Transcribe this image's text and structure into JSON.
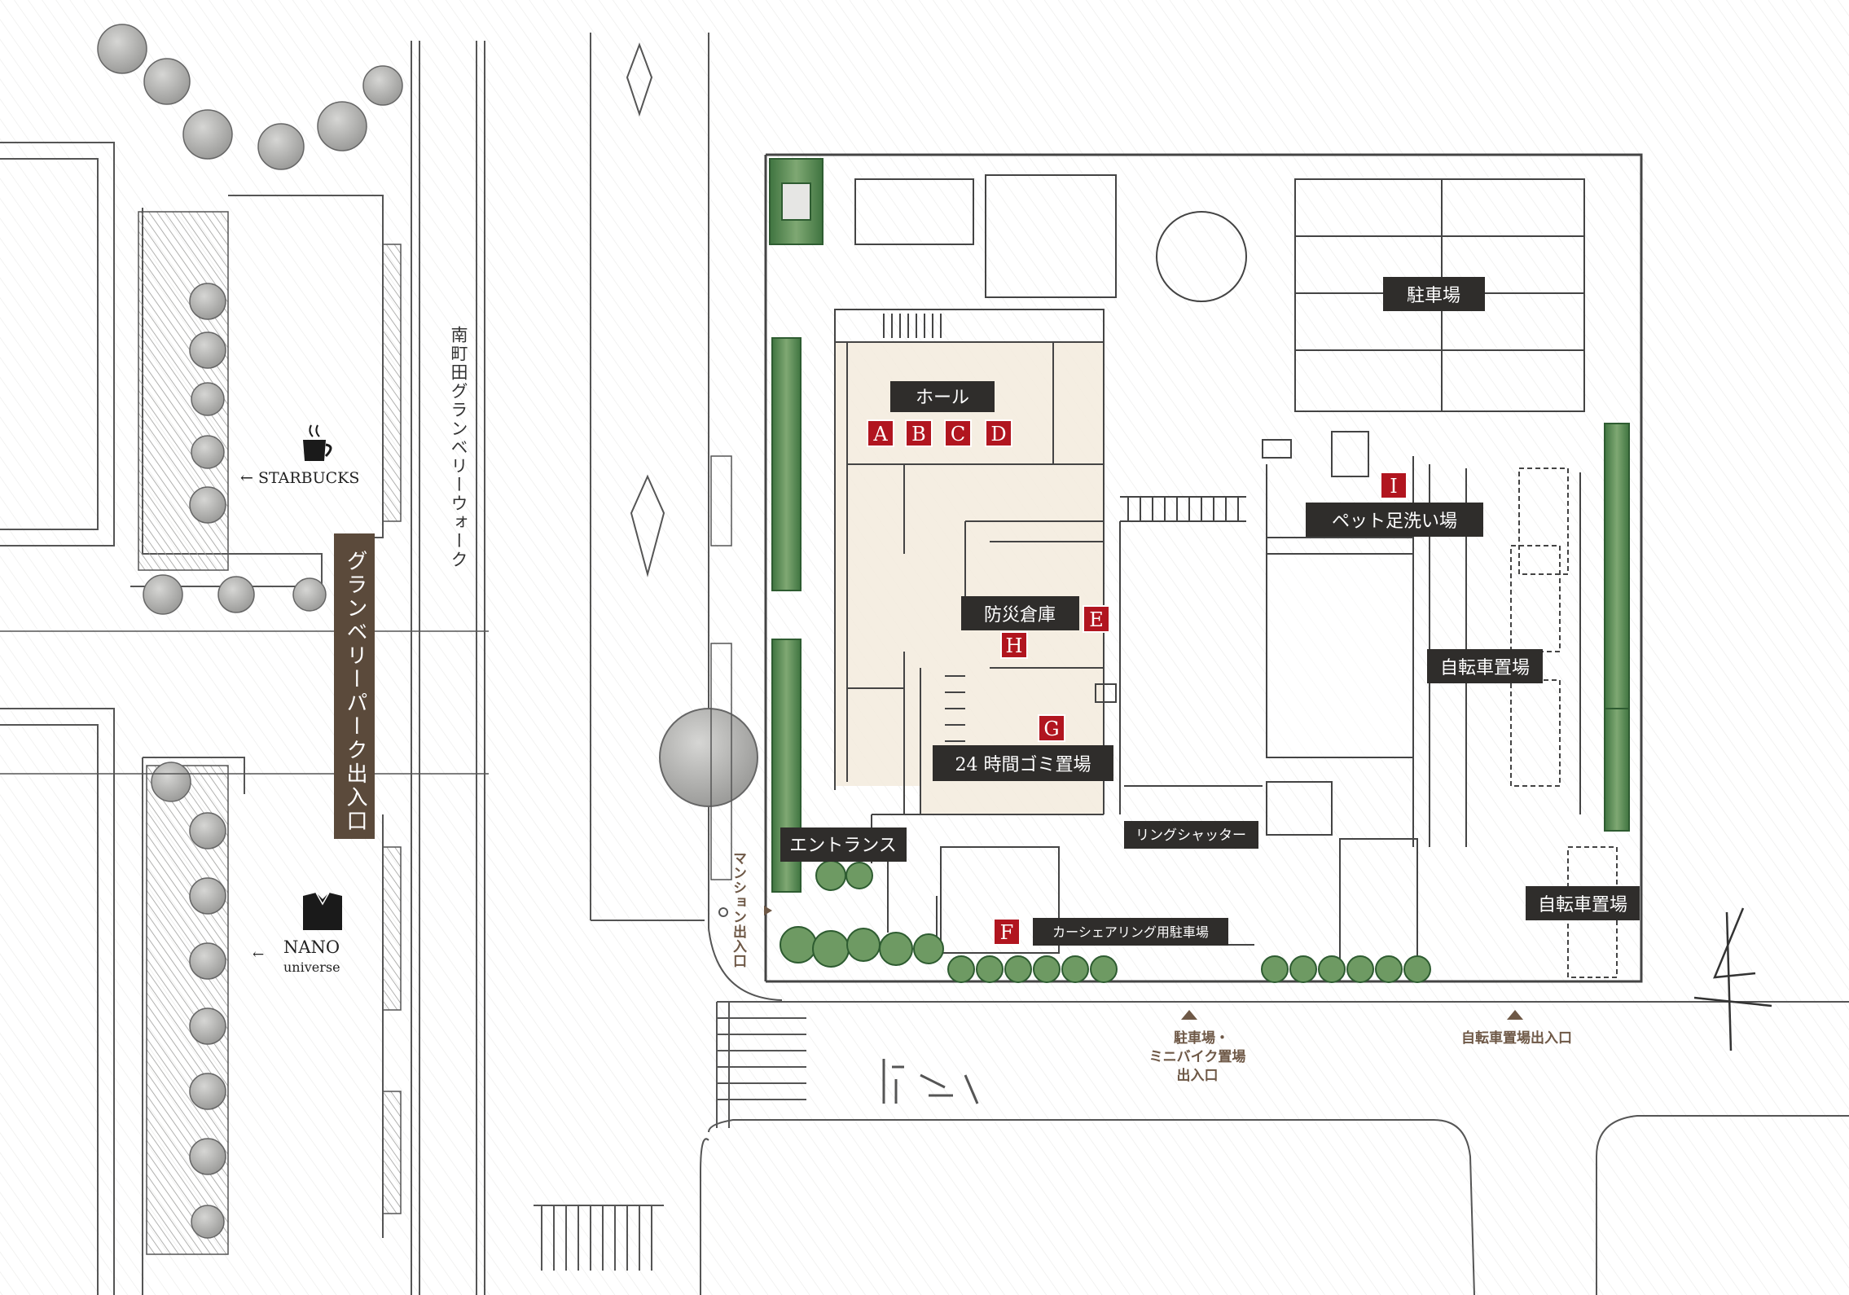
{
  "colors": {
    "label_bg": "#2f2d2b",
    "tag_red": "#b1151f",
    "park_exit_bg": "#5b4a3b",
    "greenery": "#5f8f55",
    "floor_beige": "#f3ebdd",
    "annotation_brown": "#6e5846"
  },
  "labels": {
    "hall": "ホール",
    "parking": "駐車場",
    "pet_wash": "ペット足洗い場",
    "disaster_storage": "防災倉庫",
    "bicycle_parking_1": "自転車置場",
    "bicycle_parking_2": "自転車置場",
    "garbage_24h": "24 時間ゴミ置場",
    "entrance": "エントランス",
    "ring_shutter": "リングシャッター",
    "car_sharing": "カーシェアリング用駐車場"
  },
  "tags": {
    "a": "A",
    "b": "B",
    "c": "C",
    "d": "D",
    "e": "E",
    "f": "F",
    "g": "G",
    "h": "H",
    "i": "I"
  },
  "streets": {
    "walk_name": "南町田グランベリーウォーク",
    "park_exit": "グランベリーパーク出入口"
  },
  "shops": {
    "starbucks": "← STARBUCKS",
    "nano_line1": "NANO",
    "nano_line2": "universe",
    "nano_arrow": "←"
  },
  "entrances": {
    "mansion": "マンション出入口",
    "parking_line1": "駐車場・",
    "parking_line2": "ミニバイク置場",
    "parking_line3": "出入口",
    "bicycle": "自転車置場出入口"
  },
  "icons": [
    "coffee-cup-icon",
    "shirt-icon",
    "north-arrow-icon",
    "up-triangle-icon"
  ]
}
